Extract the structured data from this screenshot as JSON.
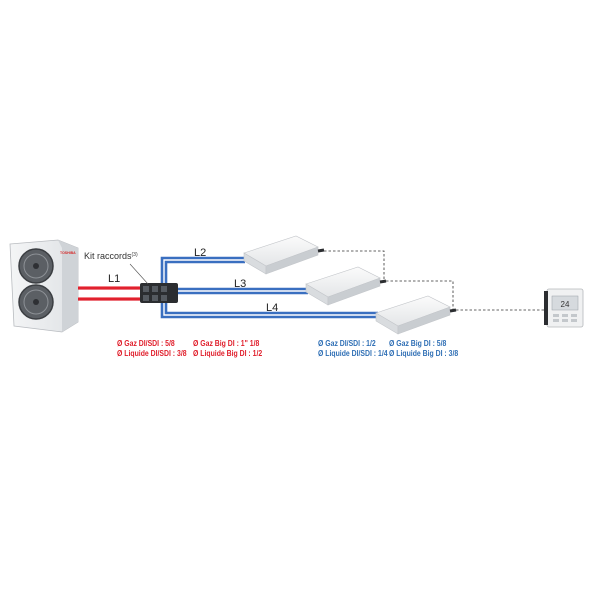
{
  "colors": {
    "red_pipe": "#e0212e",
    "blue_pipe": "#3a6fc0",
    "spec_red": "#e01e2b",
    "spec_blue": "#2f6fb5"
  },
  "diagram": {
    "kit_label": "Kit raccords",
    "kit_superscript": "(3)",
    "line_labels": {
      "l1": "L1",
      "l2": "L2",
      "l3": "L3",
      "l4": "L4"
    },
    "outdoor_unit": {
      "brand": "TOSHIBA"
    },
    "remote_control": {
      "display": "24"
    }
  },
  "specs": {
    "outdoor_side": [
      "Ø Gaz DI/SDI : 5/8",
      "Ø Liquide DI/SDI : 3/8"
    ],
    "main_pipe": [
      "Ø Gaz Big DI : 1\" 1/8",
      "Ø Liquide Big DI : 1/2"
    ],
    "indoor_di": [
      "Ø Gaz DI/SDI : 1/2",
      "Ø Liquide DI/SDI : 1/4"
    ],
    "indoor_big": [
      "Ø Gaz Big DI : 5/8",
      "Ø Liquide Big DI : 3/8"
    ]
  }
}
